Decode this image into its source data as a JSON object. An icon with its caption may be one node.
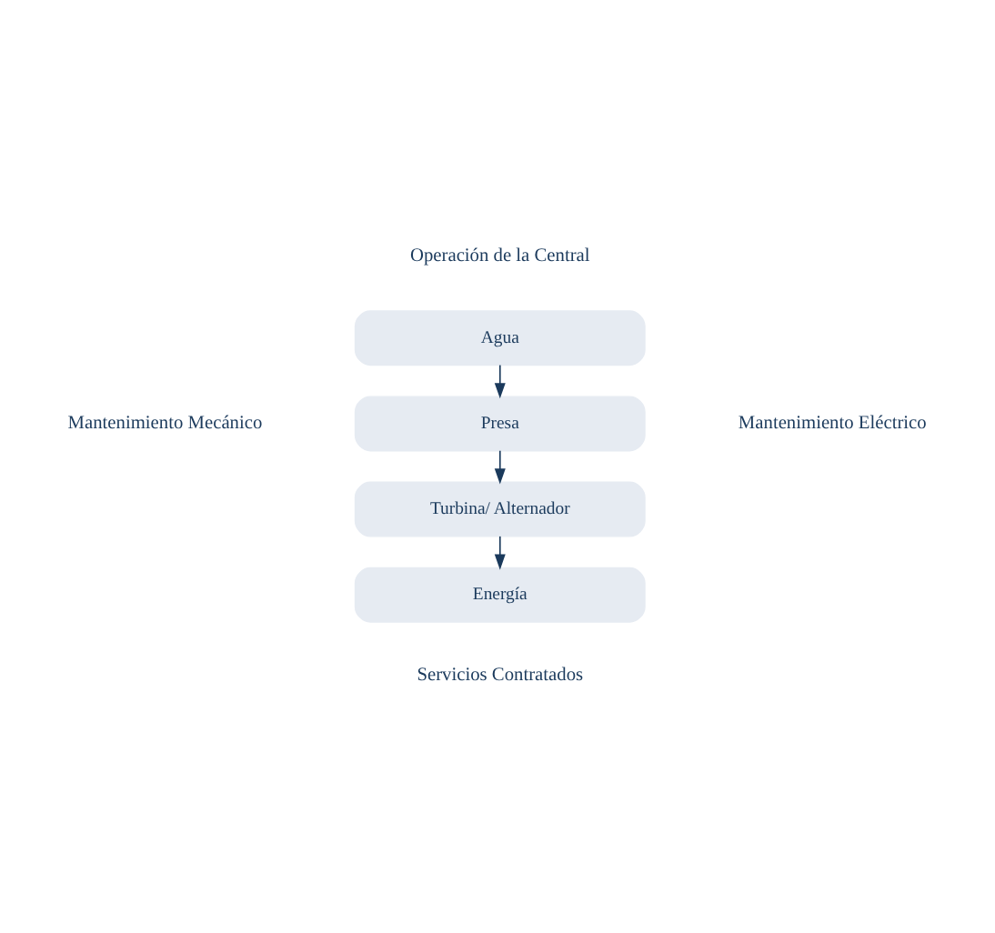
{
  "diagram": {
    "nodes": [
      {
        "text": [
          "Agua"
        ]
      },
      {
        "text": [
          "Presa"
        ]
      },
      {
        "text": [
          "Turbina/ Alternador"
        ]
      },
      {
        "text": [
          "Energía"
        ]
      }
    ],
    "edges": [
      {
        "from": 0,
        "to": 1,
        "arrow": "to"
      },
      {
        "from": 1,
        "to": 2,
        "arrow": "to"
      },
      {
        "from": 2,
        "to": 3,
        "arrow": "to"
      }
    ],
    "labels": [
      "Operación de la Central",
      "Mantenimiento Mecánico",
      "Mantenimiento Eléctrico",
      "Servicios Contratados"
    ]
  }
}
